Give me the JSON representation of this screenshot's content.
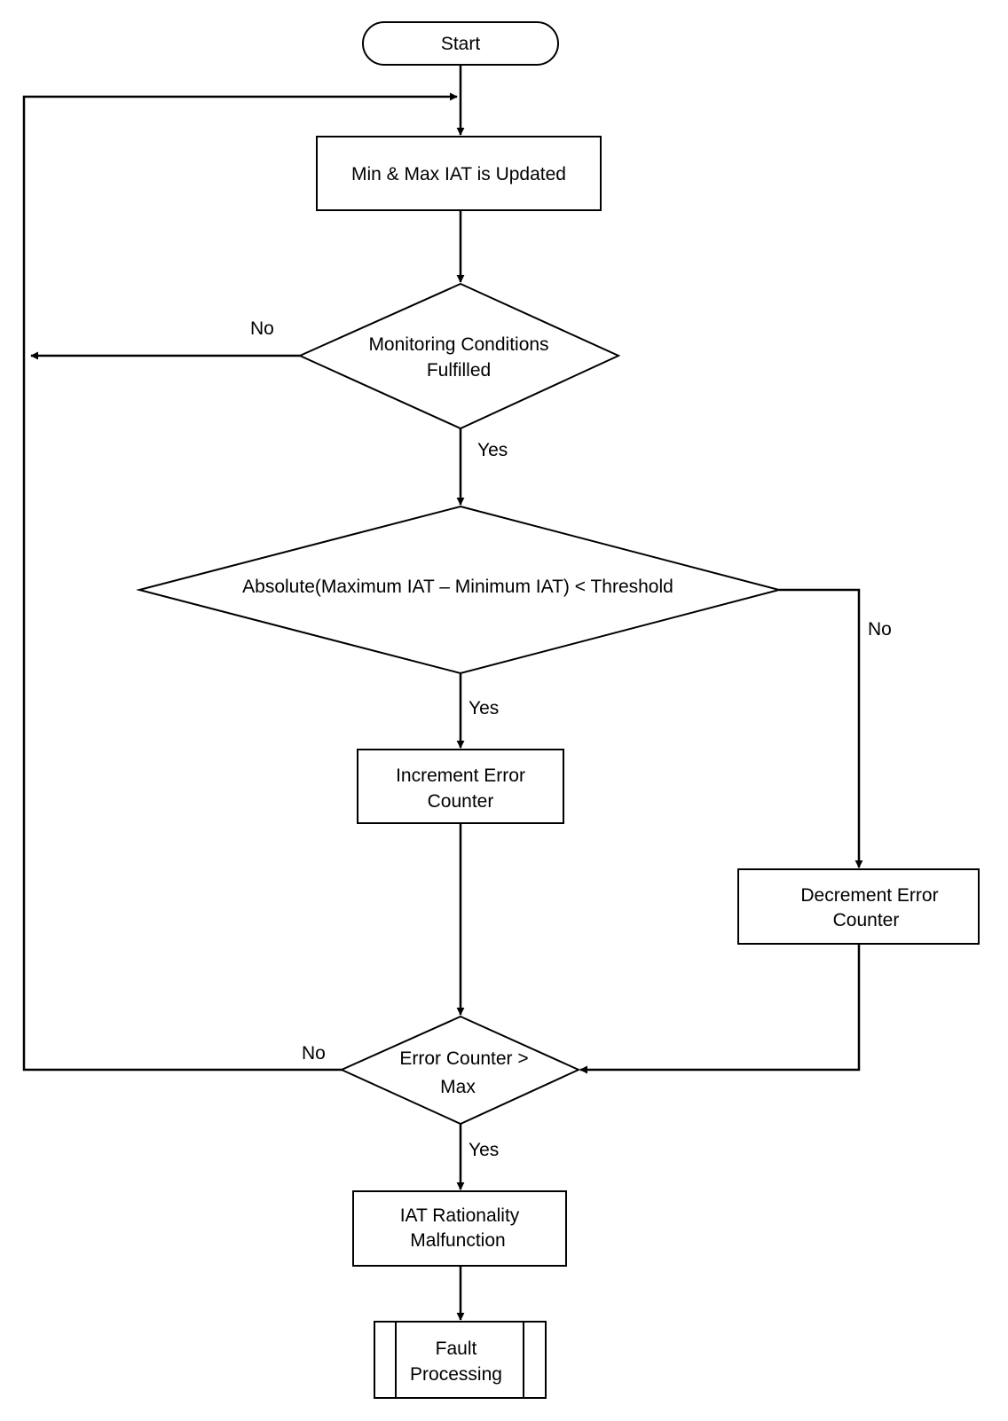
{
  "nodes": {
    "start": "Start",
    "update": "Min & Max IAT is Updated",
    "monitor_l1": "Monitoring Conditions",
    "monitor_l2": "Fulfilled",
    "threshold": "Absolute(Maximum IAT – Minimum IAT) < Threshold",
    "increment_l1": "Increment Error",
    "increment_l2": "Counter",
    "decrement_l1": "Decrement Error",
    "decrement_l2": "Counter",
    "errmax_l1": "Error Counter >",
    "errmax_l2": "Max",
    "malfunction_l1": "IAT Rationality",
    "malfunction_l2": "Malfunction",
    "fault_l1": "Fault",
    "fault_l2": "Processing"
  },
  "labels": {
    "monitor_no": "No",
    "monitor_yes": "Yes",
    "threshold_no": "No",
    "threshold_yes": "Yes",
    "errmax_no": "No",
    "errmax_yes": "Yes"
  }
}
